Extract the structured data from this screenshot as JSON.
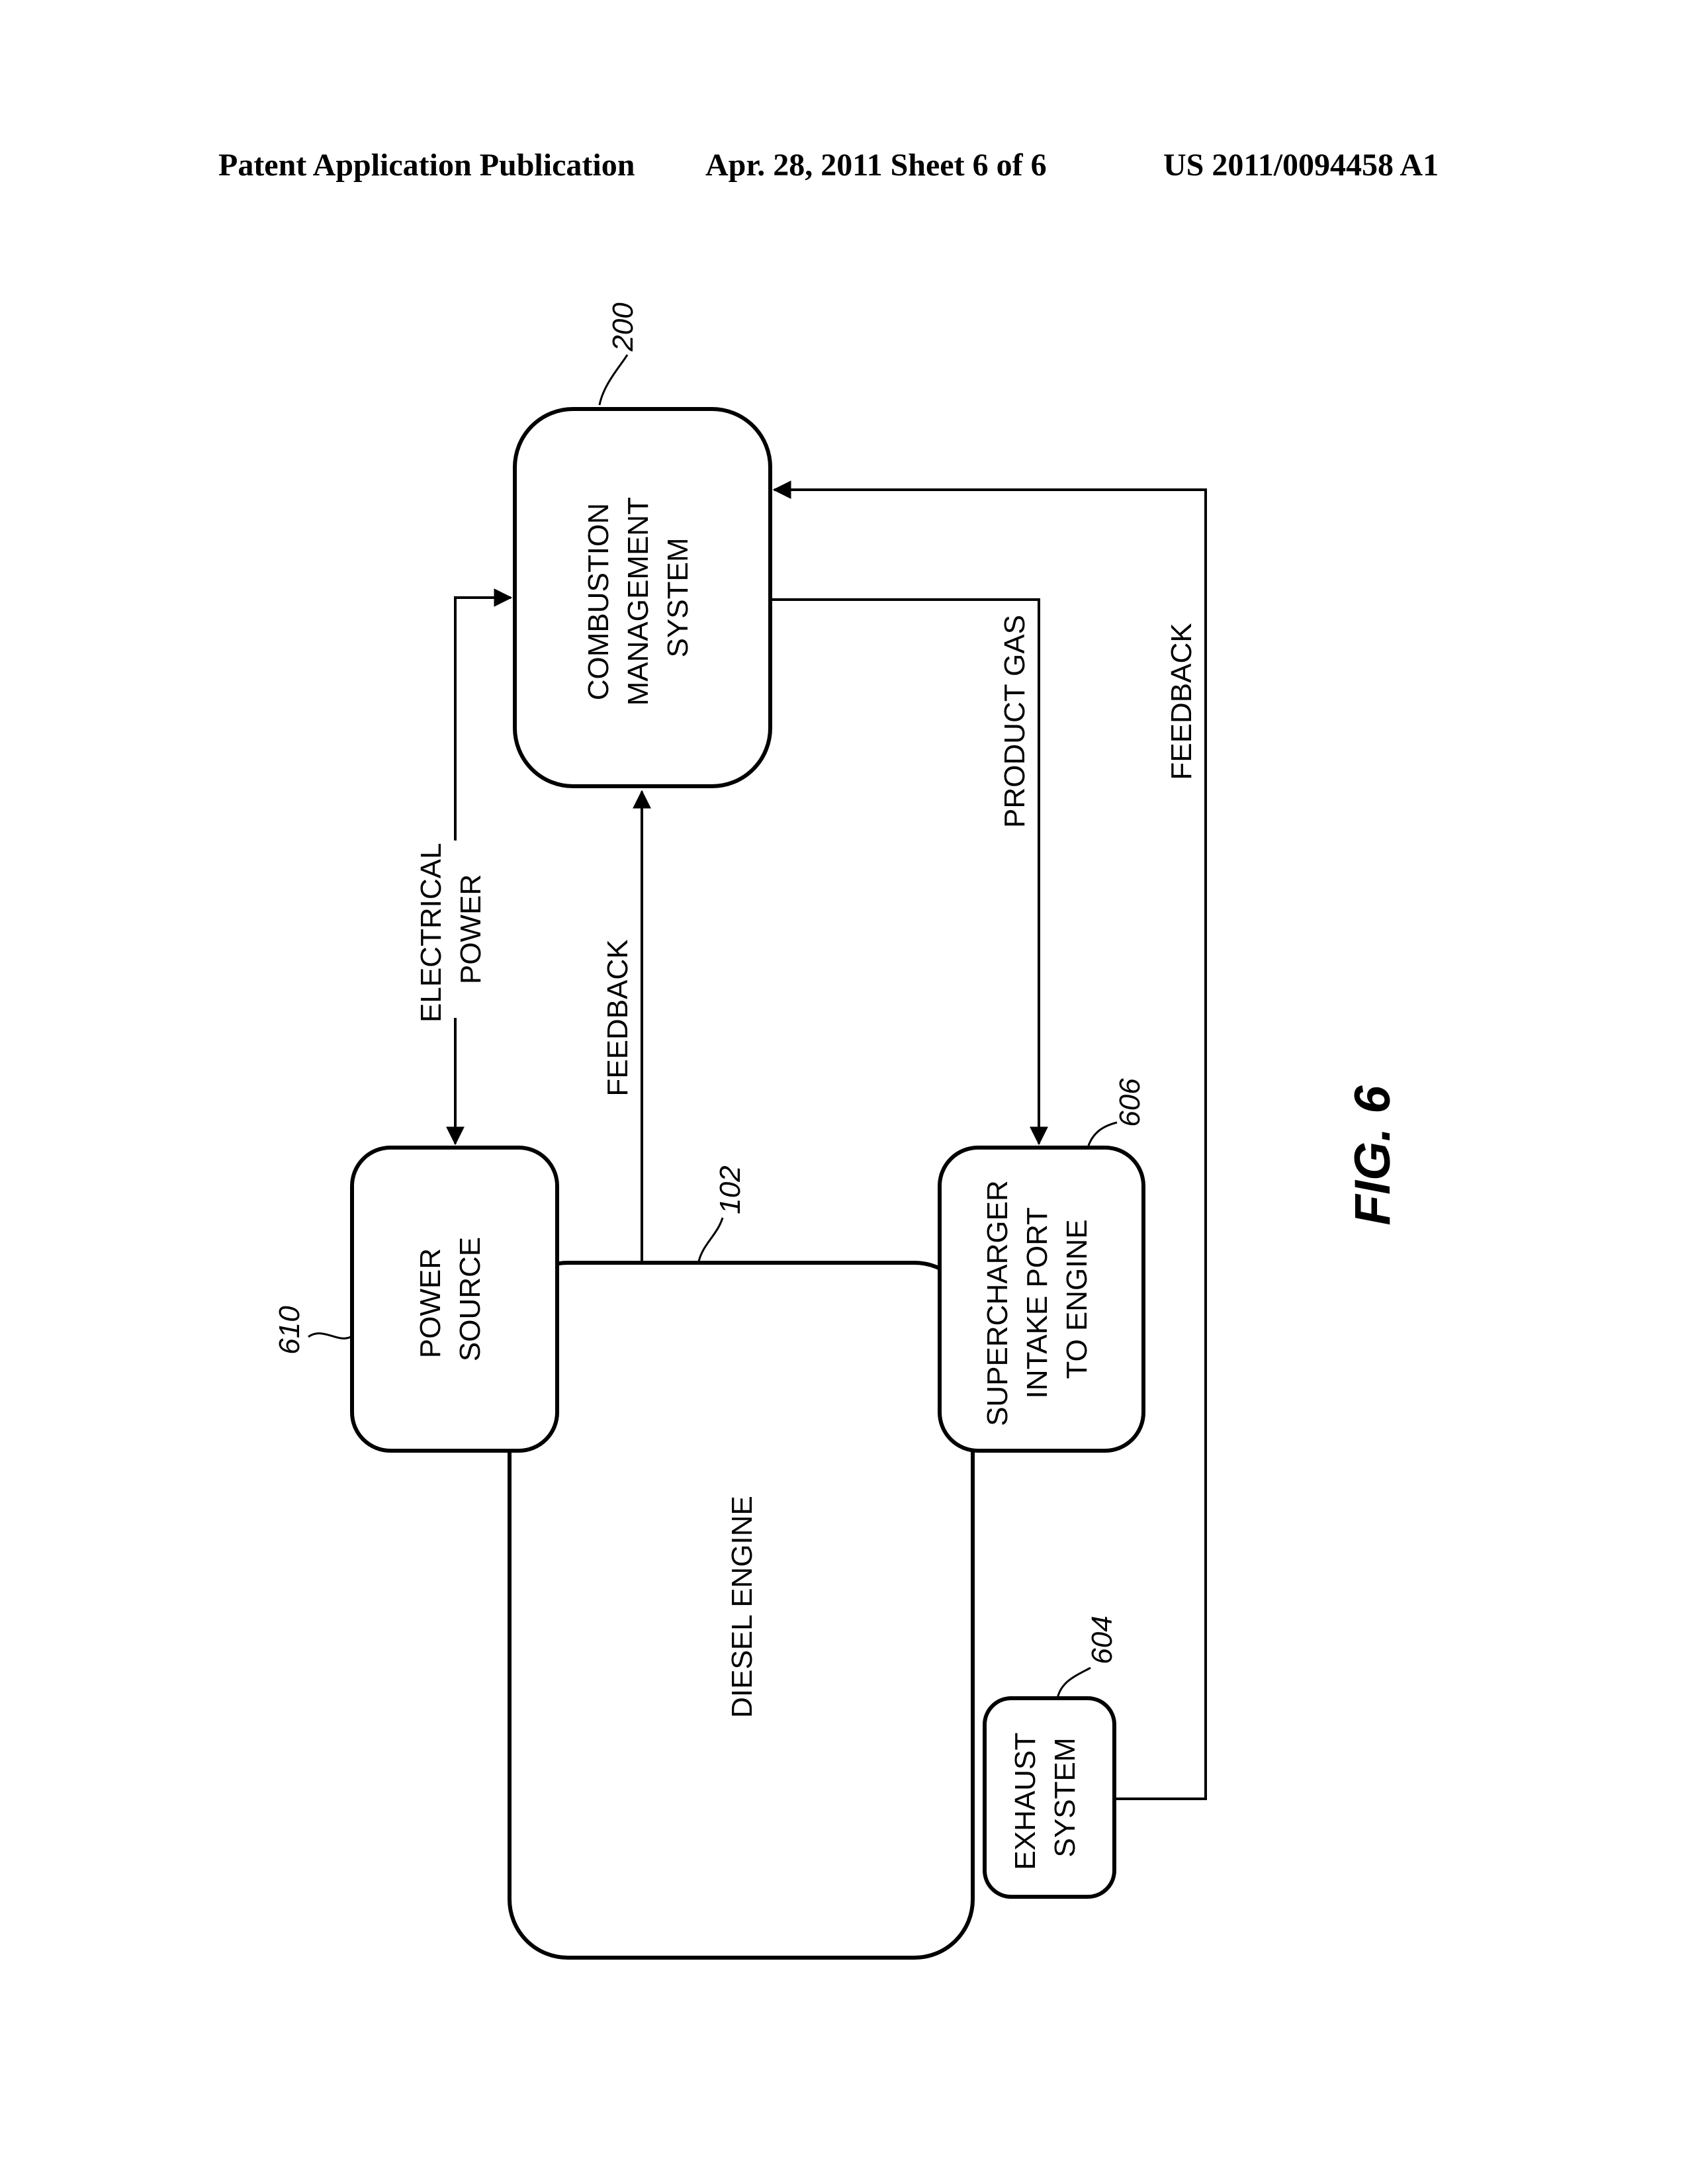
{
  "header": {
    "publication": "Patent Application Publication",
    "date_sheet": "Apr. 28, 2011  Sheet 6 of 6",
    "number": "US 2011/0094458 A1"
  },
  "boxes": {
    "combustion": {
      "lines": [
        "COMBUSTION",
        "MANAGEMENT",
        "SYSTEM"
      ],
      "ref": "200"
    },
    "power_source": {
      "lines": [
        "POWER",
        "SOURCE"
      ],
      "ref": "610"
    },
    "diesel_engine": {
      "lines": [
        "DIESEL ENGINE"
      ],
      "ref": "102"
    },
    "supercharger": {
      "lines": [
        "SUPERCHARGER",
        "INTAKE PORT",
        "TO ENGINE"
      ],
      "ref": "606"
    },
    "exhaust": {
      "lines": [
        "EXHAUST",
        "SYSTEM"
      ],
      "ref": "604"
    }
  },
  "connections": {
    "electrical_power": [
      "ELECTRICAL",
      "POWER"
    ],
    "feedback_engine": "FEEDBACK",
    "product_gas": "PRODUCT GAS",
    "feedback_exhaust": "FEEDBACK"
  },
  "figure_label": "FIG. 6"
}
